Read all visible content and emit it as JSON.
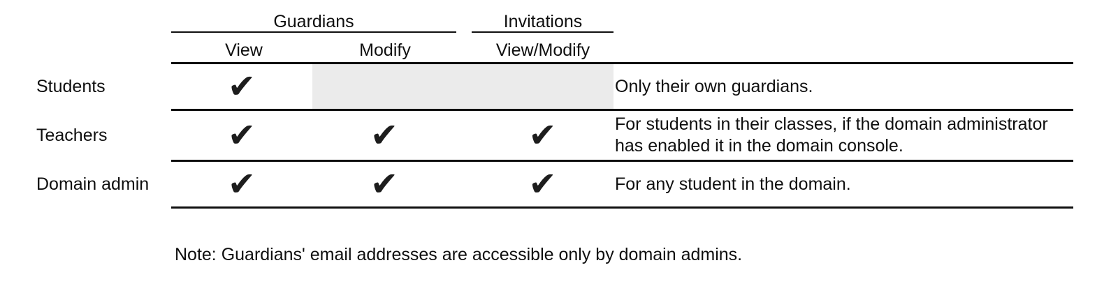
{
  "table": {
    "group_headers": {
      "guardians": "Guardians",
      "invitations": "Invitations"
    },
    "column_headers": {
      "view": "View",
      "modify": "Modify",
      "view_modify": "View/Modify"
    },
    "check_glyph": "✔",
    "rows": [
      {
        "role": "Students",
        "cells": [
          "✔",
          "",
          ""
        ],
        "disabled_region": "Modify and View/Modify not available",
        "note": "Only their own guardians."
      },
      {
        "role": "Teachers",
        "cells": [
          "✔",
          "✔",
          "✔"
        ],
        "note": "For students in their classes, if the domain administrator has enabled it in the domain console."
      },
      {
        "role": "Domain admin",
        "cells": [
          "✔",
          "✔",
          "✔"
        ],
        "note": "For any student in the domain."
      }
    ]
  },
  "footnote": "Note: Guardians' email addresses are accessible only by domain admins.",
  "colors": {
    "text": "#0f0f0f",
    "line": "#0f0f0f",
    "check": "#1d1d1d",
    "disabled_cell_bg": "#ebebeb"
  }
}
